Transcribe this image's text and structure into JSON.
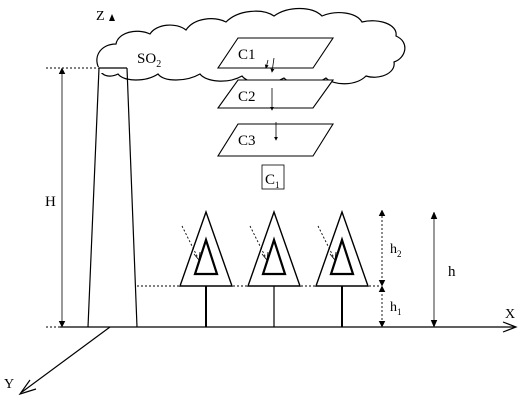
{
  "axes": {
    "z": "Z",
    "x": "X",
    "y": "Y"
  },
  "emission": {
    "label": "SO",
    "subscript": "2"
  },
  "planes": [
    {
      "label": "C1"
    },
    {
      "label": "C2"
    },
    {
      "label": "C3"
    }
  ],
  "boxed_label": {
    "label": "C",
    "subscript": "1"
  },
  "dimensions": {
    "stack_height": "H",
    "total_height": "h",
    "upper_height": {
      "label": "h",
      "subscript": "2"
    },
    "lower_height": {
      "label": "h",
      "subscript": "1"
    }
  }
}
